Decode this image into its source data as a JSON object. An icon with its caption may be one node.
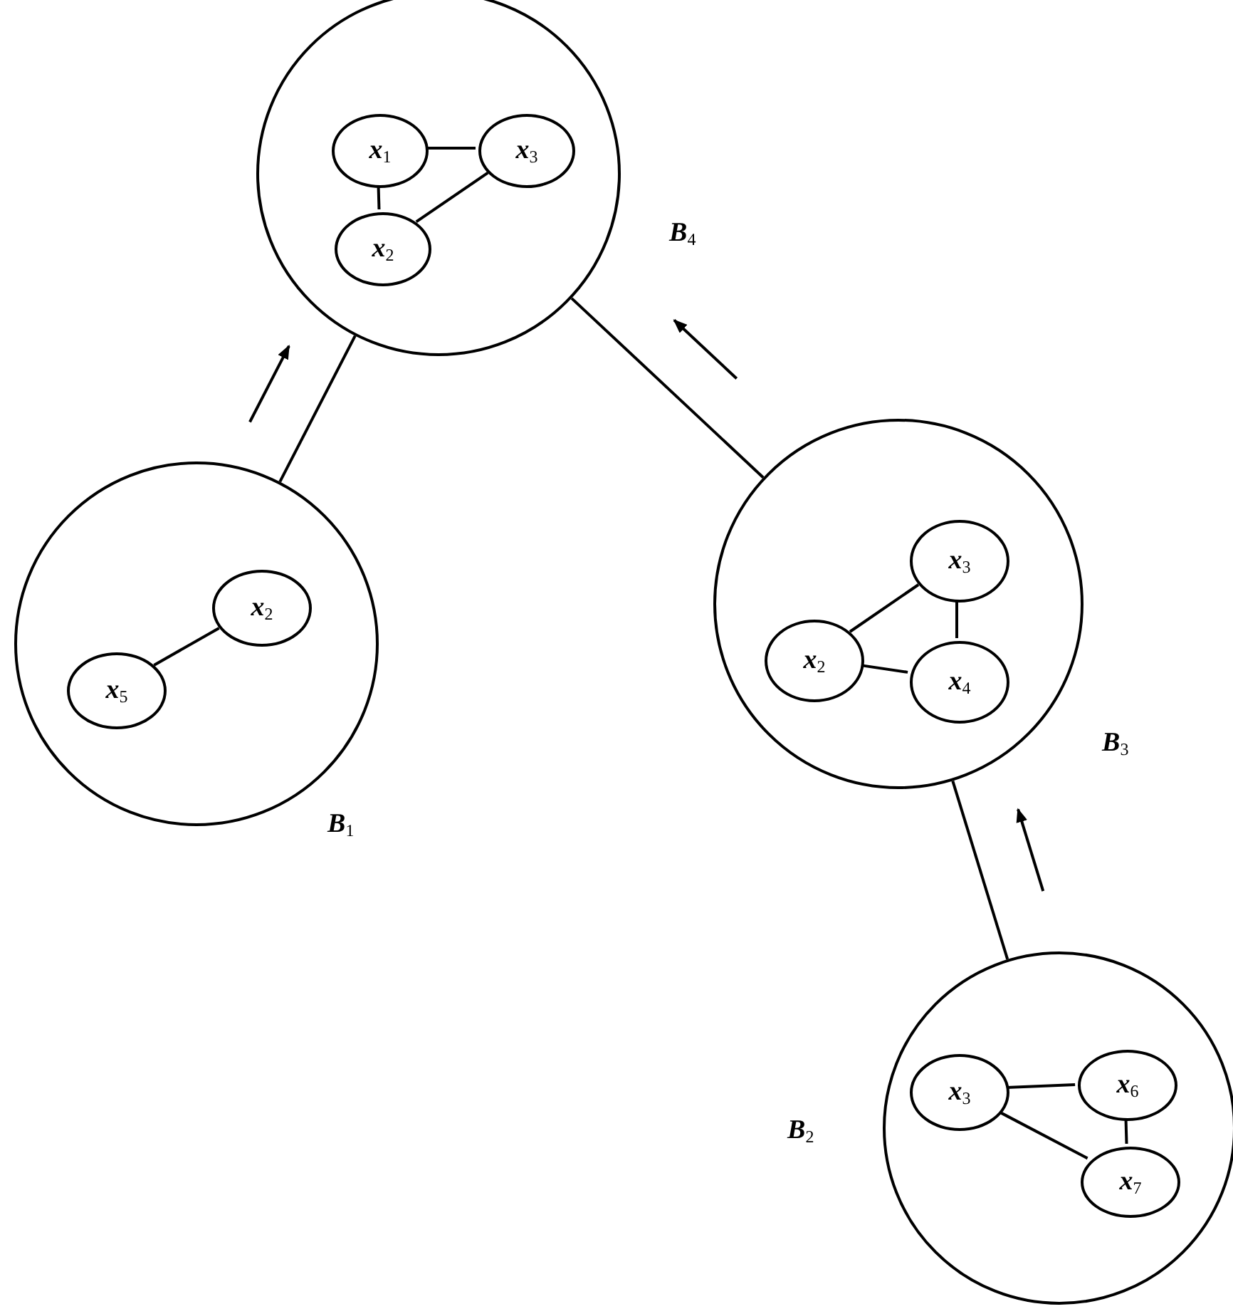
{
  "diagram": {
    "nodes": [
      {
        "text": [],
        "shape": "circle",
        "beside": [
          "B$_{4}$"
        ]
      },
      {
        "text": [
          "x$_{1}$"
        ],
        "in": 0
      },
      {
        "text": [
          "x$_{3}$"
        ],
        "in": 0
      },
      {
        "text": [
          "x$_{2}$"
        ],
        "in": 0
      },
      {
        "text": [],
        "shape": "circle",
        "beside": [
          "B$_{1}$"
        ]
      },
      {
        "text": [
          "x$_{2}$"
        ],
        "in": 4
      },
      {
        "text": [
          "x$_{5}$"
        ],
        "in": 4
      },
      {
        "text": [],
        "shape": "circle",
        "beside": [
          "B$_{3}$"
        ]
      },
      {
        "text": [
          "x$_{3}$"
        ],
        "in": 7
      },
      {
        "text": [
          "x$_{2}$"
        ],
        "in": 7
      },
      {
        "text": [
          "x$_{4}$"
        ],
        "in": 7
      },
      {
        "text": [],
        "shape": "circle",
        "beside": [
          "B$_{2}$"
        ]
      },
      {
        "text": [
          "x$_{3}$"
        ],
        "in": 11
      },
      {
        "text": [
          "x$_{6}$"
        ],
        "in": 11
      },
      {
        "text": [
          "x$_{7}$"
        ],
        "in": 11
      }
    ],
    "edges": [
      {
        "from": 1,
        "to": 2,
        "arrow": "none"
      },
      {
        "from": 1,
        "to": 3,
        "arrow": "none"
      },
      {
        "from": 3,
        "to": 2,
        "arrow": "none"
      },
      {
        "from": 5,
        "to": 6,
        "arrow": "none"
      },
      {
        "from": 9,
        "to": 8,
        "arrow": "none"
      },
      {
        "from": 8,
        "to": 10,
        "arrow": "none"
      },
      {
        "from": 9,
        "to": 10,
        "arrow": "none"
      },
      {
        "from": 12,
        "to": 13,
        "arrow": "none"
      },
      {
        "from": 13,
        "to": 14,
        "arrow": "none"
      },
      {
        "from": 12,
        "to": 14,
        "arrow": "none"
      },
      {
        "from": 4,
        "to": 0,
        "arrow": "none"
      },
      {
        "from": 7,
        "to": 0,
        "arrow": "none"
      },
      {
        "from": 11,
        "to": 7,
        "arrow": "none"
      }
    ]
  }
}
